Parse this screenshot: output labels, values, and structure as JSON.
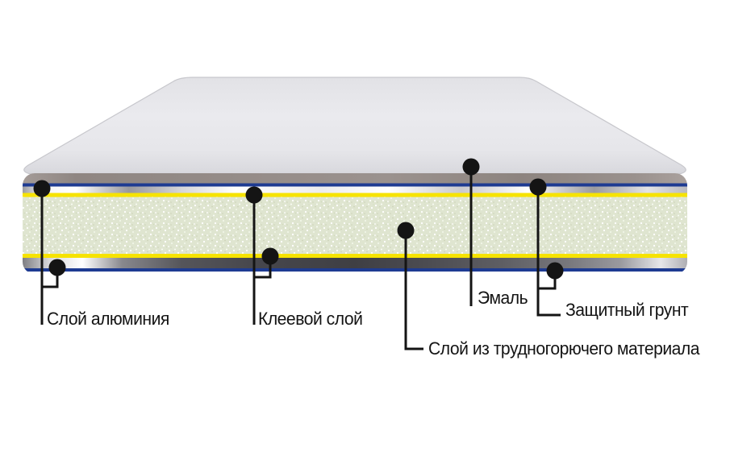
{
  "diagram": {
    "type": "layered-panel-cutaway",
    "labels": {
      "aluminum": "Слой алюминия",
      "adhesive": "Клеевой слой",
      "enamel": "Эмаль",
      "primer": "Защитный грунт",
      "core": "Слой из трудногорючего материала"
    },
    "colors": {
      "background": "#ffffff",
      "top-face-gray": "#e6e6ea",
      "enamel-edge-taupe": "#918884",
      "primer-blue": "#1e3b92",
      "adhesive-yellow": "#f6e300",
      "core-green": "#dfe5d0",
      "aluminum-silver": "#c9c9ce",
      "callout-black": "#141414"
    }
  }
}
